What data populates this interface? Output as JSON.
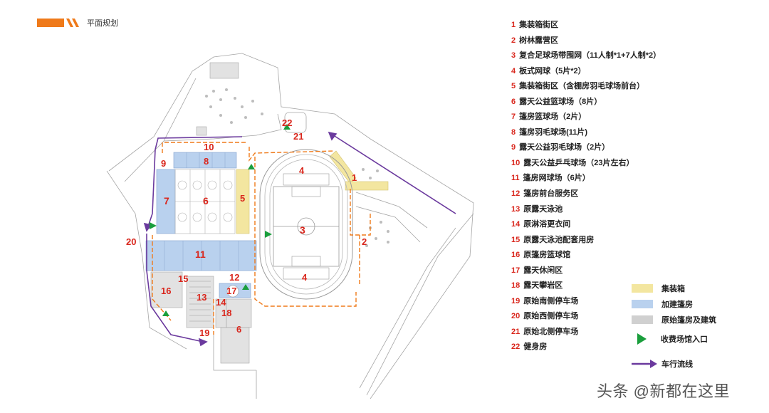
{
  "header": {
    "title": "平面规划",
    "accent_color": "#ef7a1a"
  },
  "legend_items": [
    {
      "num": "1",
      "text": "集装箱街区"
    },
    {
      "num": "2",
      "text": "树林露营区"
    },
    {
      "num": "3",
      "text": "复合足球场带围网（11人制*1+7人制*2）"
    },
    {
      "num": "4",
      "text": "板式网球（5片*2）"
    },
    {
      "num": "5",
      "text": "集装箱街区（含棚房羽毛球场前台）"
    },
    {
      "num": "6",
      "text": "露天公益篮球场（8片）"
    },
    {
      "num": "7",
      "text": "篷房篮球场（2片）"
    },
    {
      "num": "8",
      "text": "篷房羽毛球场(11片)"
    },
    {
      "num": "9",
      "text": "露天公益羽毛球场（2片）"
    },
    {
      "num": "10",
      "text": "露天公益乒乓球场（23片左右）"
    },
    {
      "num": "11",
      "text": "篷房网球场（6片）"
    },
    {
      "num": "12",
      "text": "篷房前台服务区"
    },
    {
      "num": "13",
      "text": "原露天泳池"
    },
    {
      "num": "14",
      "text": "原淋浴更衣间"
    },
    {
      "num": "15",
      "text": "原露天泳池配套用房"
    },
    {
      "num": "16",
      "text": "原篷房篮球馆"
    },
    {
      "num": "17",
      "text": "露天休闲区"
    },
    {
      "num": "18",
      "text": "露天攀岩区"
    },
    {
      "num": "19",
      "text": "原始南侧停车场"
    },
    {
      "num": "20",
      "text": "原始西侧停车场"
    },
    {
      "num": "21",
      "text": "原始北侧停车场"
    },
    {
      "num": "22",
      "text": "健身房"
    }
  ],
  "key": {
    "container": {
      "label": "集装箱",
      "color": "#f3e6a0"
    },
    "tent": {
      "label": "加建篷房",
      "color": "#b9d1ee"
    },
    "existing": {
      "label": "原始篷房及建筑",
      "color": "#d0d0d0"
    },
    "entrance": {
      "label": "收费场馆入口",
      "color": "#1a9e3c"
    },
    "traffic": {
      "label": "车行流线",
      "color": "#6b3a9e"
    }
  },
  "map_labels": [
    {
      "id": "label-1",
      "text": "1"
    },
    {
      "id": "label-2",
      "text": "2"
    },
    {
      "id": "label-3",
      "text": "3"
    },
    {
      "id": "label-4-top",
      "text": "4"
    },
    {
      "id": "label-4-bottom",
      "text": "4"
    },
    {
      "id": "label-5",
      "text": "5"
    },
    {
      "id": "label-6-courts",
      "text": "6"
    },
    {
      "id": "label-6-south",
      "text": "6"
    },
    {
      "id": "label-7",
      "text": "7"
    },
    {
      "id": "label-8",
      "text": "8"
    },
    {
      "id": "label-9",
      "text": "9"
    },
    {
      "id": "label-10",
      "text": "10"
    },
    {
      "id": "label-11",
      "text": "11"
    },
    {
      "id": "label-12",
      "text": "12"
    },
    {
      "id": "label-13",
      "text": "13"
    },
    {
      "id": "label-14",
      "text": "14"
    },
    {
      "id": "label-15",
      "text": "15"
    },
    {
      "id": "label-16",
      "text": "16"
    },
    {
      "id": "label-17",
      "text": "17"
    },
    {
      "id": "label-18",
      "text": "18"
    },
    {
      "id": "label-19",
      "text": "19"
    },
    {
      "id": "label-20",
      "text": "20"
    },
    {
      "id": "label-21",
      "text": "21"
    },
    {
      "id": "label-22",
      "text": "22"
    }
  ],
  "colors": {
    "label": "#d9261c",
    "walk_route": "#ef7a1a",
    "line": "#9a9a9a"
  },
  "watermark": "头条 @新都在这里"
}
